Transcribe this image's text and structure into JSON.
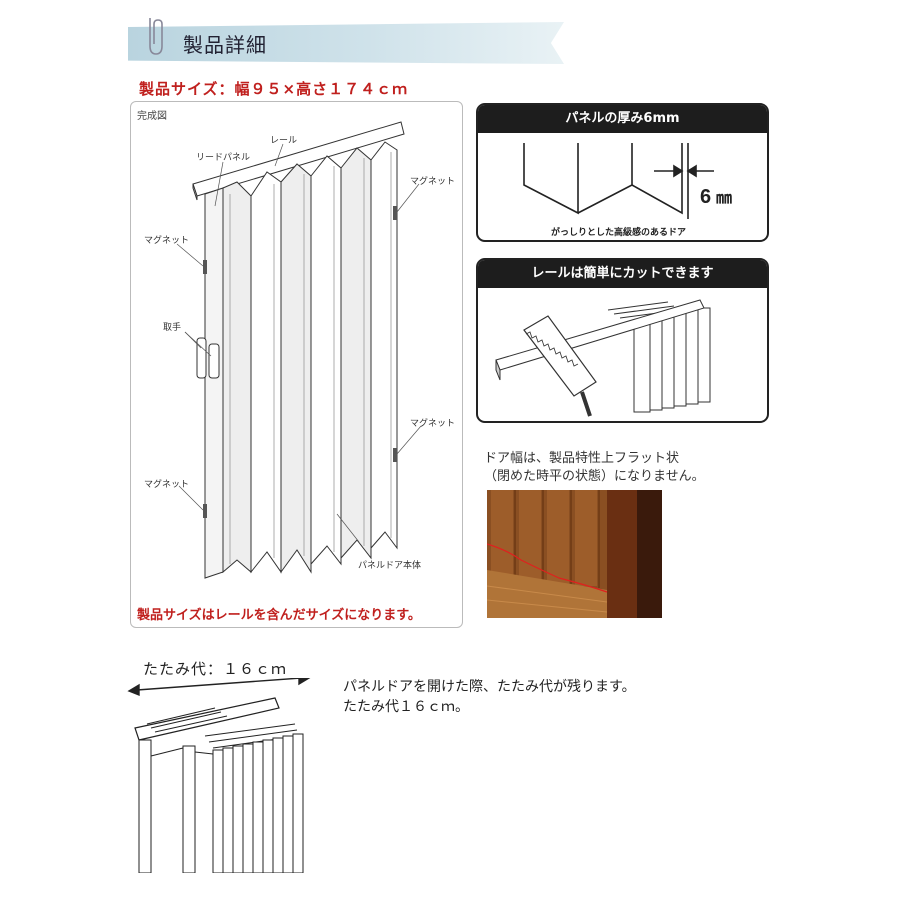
{
  "header": {
    "title": "製品詳細"
  },
  "main": {
    "size_title": "製品サイズ：幅９５×高さ１７４ｃｍ",
    "complete_label": "完成図",
    "labels": {
      "lead_panel": "リードパネル",
      "rail": "レール",
      "magnet": "マグネット",
      "handle": "取手",
      "door_body": "パネルドア本体"
    },
    "size_note": "製品サイズはレールを含んだサイズになります。"
  },
  "thickness_panel": {
    "title": "パネルの厚み6mm",
    "value": "6",
    "unit": "㎜",
    "caption": "がっしりとした高級感のあるドア"
  },
  "rail_panel": {
    "title": "レールは簡単にカットできます"
  },
  "door_note": {
    "line1": "ドア幅は、製品特性上フラット状",
    "line2": "（閉めた時平の状態）になりません。"
  },
  "fold": {
    "title": "たたみ代：１６ｃｍ",
    "note_line1": "パネルドアを開けた際、たたみ代が残ります。",
    "note_line2": "たたみ代１６ｃｍ。"
  }
}
